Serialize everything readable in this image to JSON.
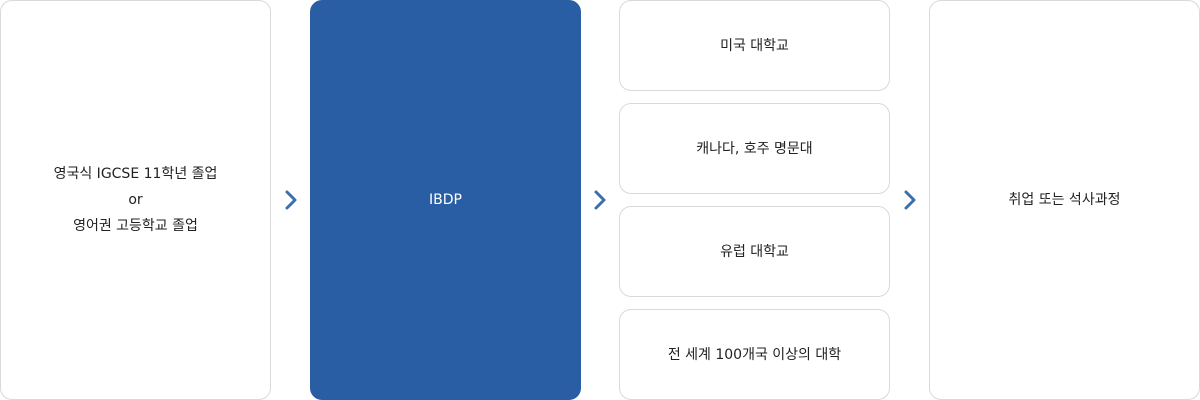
{
  "flow": {
    "start": {
      "lines": [
        "영국식 IGCSE 11학년 졸업",
        "or",
        "영어권 고등학교 졸업"
      ]
    },
    "program": {
      "label": "IBDP"
    },
    "destinations": [
      {
        "label": "미국 대학교"
      },
      {
        "label": "캐나다, 호주 명문대"
      },
      {
        "label": "유럽 대학교"
      },
      {
        "label": "전 세계 100개국 이상의 대학"
      }
    ],
    "outcome": {
      "label": "취업 또는 석사과정"
    }
  },
  "icons": {
    "arrow": "chevron-right-icon"
  },
  "colors": {
    "program_fill": "#2a5ea4",
    "arrow": "#3a6fb0",
    "border": "#d9d9d9"
  }
}
